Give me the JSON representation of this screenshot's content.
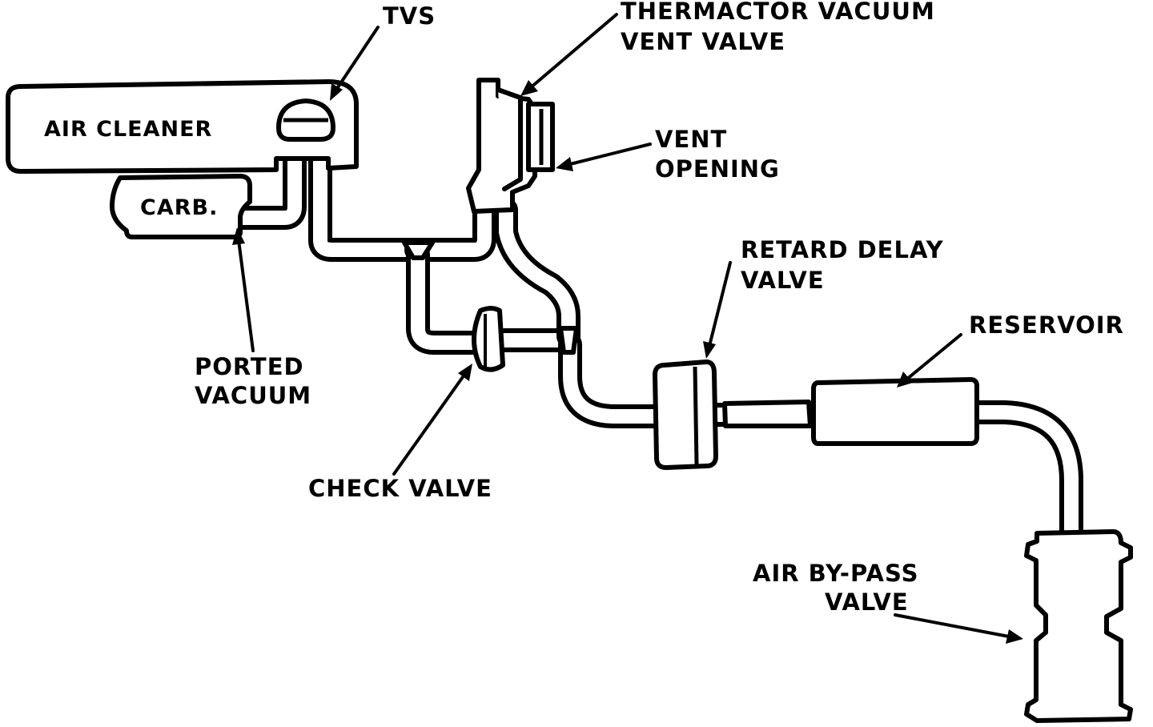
{
  "diagram": {
    "labels": {
      "tvs": "TVS",
      "thermactor_line1": "THERMACTOR VACUUM",
      "thermactor_line2": "VENT VALVE",
      "air_cleaner": "AIR CLEANER",
      "carb": "CARB.",
      "vent_line1": "VENT",
      "vent_line2": "OPENING",
      "retard_line1": "RETARD DELAY",
      "retard_line2": "VALVE",
      "reservoir": "RESERVOIR",
      "ported_line1": "PORTED",
      "ported_line2": "VACUUM",
      "check_valve": "CHECK VALVE",
      "bypass_line1": "AIR BY-PASS",
      "bypass_line2": "VALVE"
    }
  }
}
